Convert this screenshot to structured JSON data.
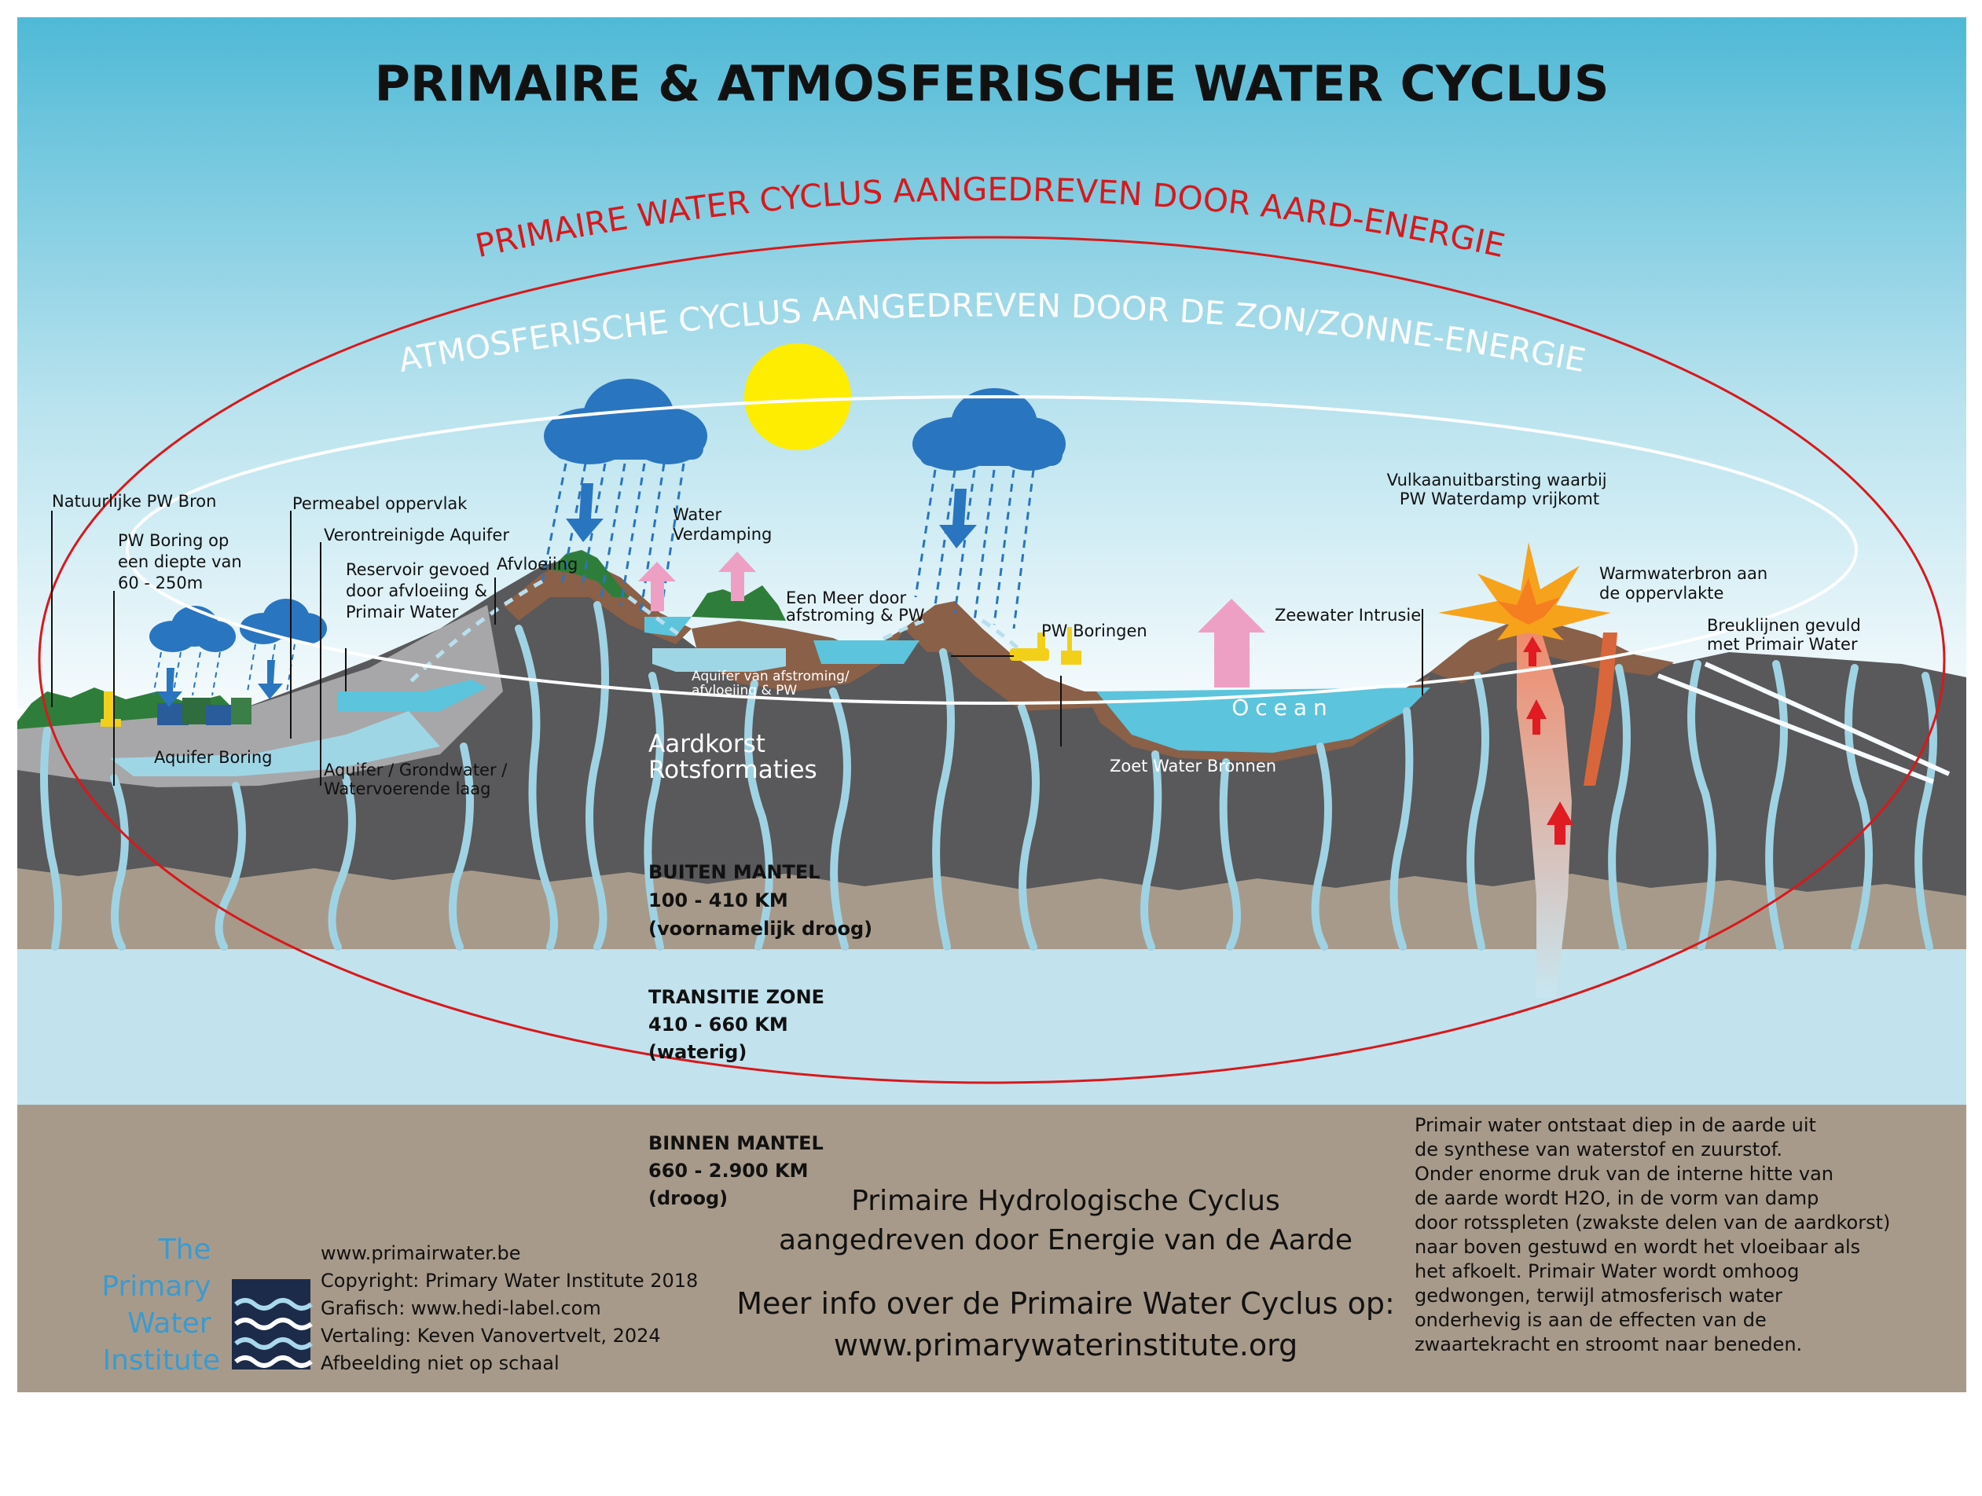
{
  "title": "PRIMAIRE & ATMOSFERISCHE WATER CYCLUS",
  "arcs": {
    "primary": "PRIMAIRE WATER CYCLUS AANGEDREVEN DOOR AARD-ENERGIE",
    "atmospheric": "ATMOSFERISCHE CYCLUS AANGEDREVEN DOOR DE ZON/ZONNE-ENERGIE"
  },
  "labels": {
    "natural_source": "Natuurlijke PW Bron",
    "pw_boring": [
      "PW Boring op",
      "een diepte van",
      "60 - 250m"
    ],
    "permeable": "Permeabel oppervlak",
    "polluted_aquifer": "Verontreinigde Aquifer",
    "reservoir": [
      "Reservoir gevoed",
      "door afvloeiing &",
      "Primair Water"
    ],
    "runoff": "Afvloeiing",
    "evaporation": [
      "Water",
      "Verdamping"
    ],
    "lake": [
      "Een Meer door",
      "afstroming & PW"
    ],
    "aquifer_runoff": [
      "Aquifer van afstroming/",
      "afvloeiing & PW"
    ],
    "pw_borings": "PW Boringen",
    "seawater_intrusion": "Zeewater Intrusie",
    "volcano": [
      "Vulkaanuitbarsting waarbij",
      "PW Waterdamp vrijkomt"
    ],
    "hot_spring": [
      "Warmwaterbron aan",
      "de oppervlakte"
    ],
    "faults": [
      "Breuklijnen gevuld",
      "met Primair Water"
    ],
    "ocean": "Ocean",
    "aquifer_boring": "Aquifer Boring",
    "groundwater": [
      "Aquifer / Grondwater /",
      "Watervoerende laag"
    ],
    "crust": [
      "Aardkorst",
      "Rotsformaties"
    ],
    "fresh_springs": "Zoet Water Bronnen"
  },
  "layers": {
    "outer_mantle": [
      "BUITEN MANTEL",
      "100 - 410 KM",
      "(voornamelijk droog)"
    ],
    "transition": [
      "TRANSITIE ZONE",
      "410 - 660 KM",
      "(waterig)"
    ],
    "inner_mantle": [
      "BINNEN MANTEL",
      "660 - 2.900 KM",
      "(droog)"
    ]
  },
  "center_text": {
    "line1": "Primaire Hydrologische Cyclus",
    "line2": "aangedreven door Energie van de Aarde",
    "info1": "Meer info over de Primaire Water Cyclus op:",
    "info2": "www.primarywaterinstitute.org"
  },
  "explanation": [
    "Primair water ontstaat diep in de aarde uit",
    "de synthese van waterstof en zuurstof.",
    "Onder enorme druk van de interne hitte van",
    "de aarde wordt H2O, in de vorm van damp",
    "door rotsspleten (zwakste delen van de aardkorst)",
    "naar boven gestuwd en wordt het vloeibaar als",
    "het afkoelt. Primair Water wordt omhoog",
    "gedwongen, terwijl atmosferisch water",
    "onderhevig is aan de effecten van de",
    "zwaartekracht en stroomt naar beneden."
  ],
  "logo": [
    "The",
    "Primary",
    "Water",
    "Institute"
  ],
  "credits": [
    "www.primairwater.be",
    "Copyright: Primary Water Institute 2018",
    "Grafisch: www.hedi-label.com",
    "Vertaling: Keven Vanovertvelt, 2024",
    "Afbeelding niet op schaal"
  ],
  "colors": {
    "sky_top": "#4fb9d6",
    "sky_bottom": "#f4fafc",
    "crust": "#59585a",
    "outer_mantle": "#a89a8a",
    "transition": "#c2e2ee",
    "inner_mantle": "#a89a8a",
    "primary_arc": "#d7191c",
    "water": "#5cc4dc",
    "soil": "#8a6048",
    "sun": "#ffed00",
    "cloud": "#2a75c0",
    "logo_text": "#3a9bd0"
  }
}
